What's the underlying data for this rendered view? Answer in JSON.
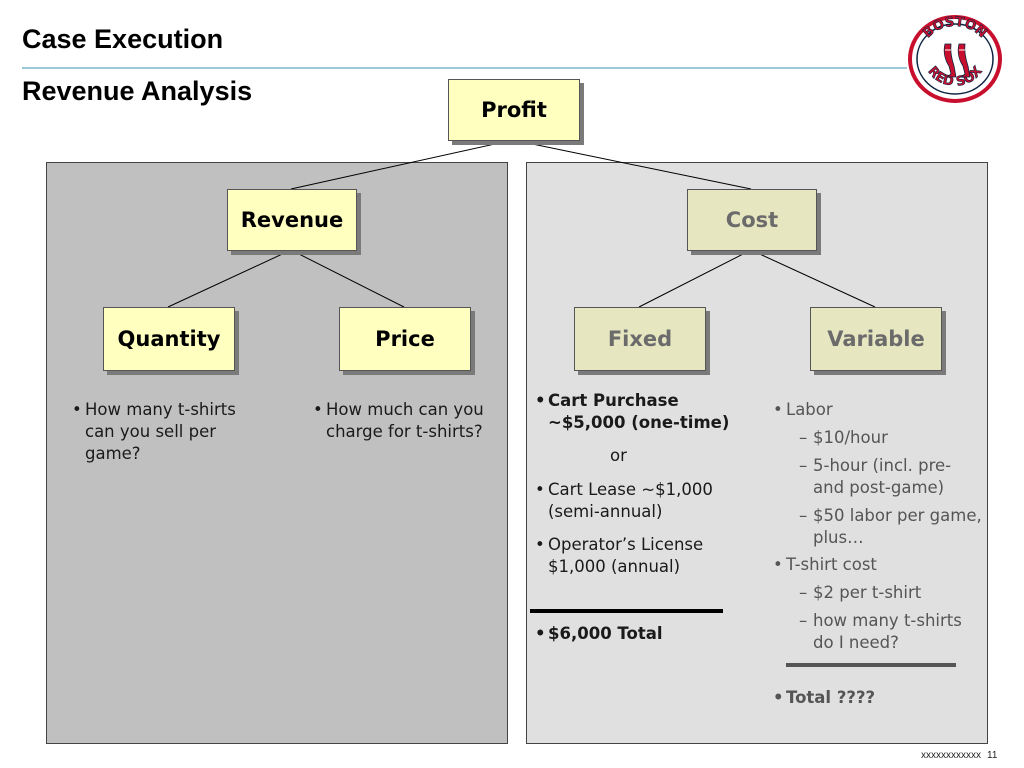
{
  "header": {
    "title": "Case Execution",
    "subtitle": "Revenue Analysis"
  },
  "logo": {
    "icon": "boston-red-sox-logo-icon",
    "text_top": "BOSTON",
    "text_bottom": "RED SOX",
    "colors": {
      "ring": "#c8102e",
      "navy": "#0c2340"
    }
  },
  "tree": {
    "root": "Profit",
    "revenue": "Revenue",
    "cost": "Cost",
    "quantity": "Quantity",
    "price": "Price",
    "fixed": "Fixed",
    "variable": "Variable"
  },
  "quantity_notes": {
    "q1": "How many t-shirts can you sell per game?"
  },
  "price_notes": {
    "q1": "How much can you charge for t-shirts?"
  },
  "fixed_notes": {
    "item1": "Cart Purchase ~$5,000 (one-time)",
    "or": "or",
    "item2": "Cart Lease ~$1,000 (semi-annual)",
    "item3": "Operator’s License $1,000 (annual)",
    "total": "$6,000 Total"
  },
  "variable_notes": {
    "labor": "Labor",
    "labor_sub": [
      "$10/hour",
      "5-hour (incl. pre- and post-game)",
      "$50 labor per game, plus…"
    ],
    "tshirt": "T-shirt cost",
    "tshirt_sub": [
      "$2 per t-shirt",
      "how many t-shirts do I need?"
    ],
    "total": "Total ????"
  },
  "footer": {
    "code": "xxxxxxxxxxxx",
    "page": "11"
  },
  "colors": {
    "box_fill": "#ffffc0",
    "box_fill_muted": "#e6e6c0",
    "panel_left": "#c0c0c0",
    "panel_right": "#e0e0e0",
    "title_rule": "#9cc9d6"
  }
}
